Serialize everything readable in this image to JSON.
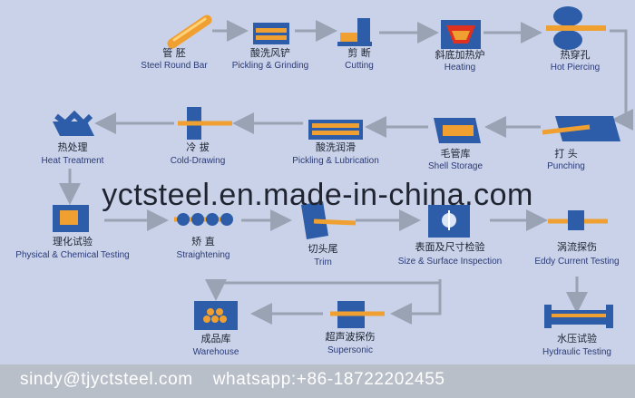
{
  "watermark": "yctsteel.en.made-in-china.com",
  "footer": {
    "email": "sindy@tjyctsteel.com",
    "whatsapp": "whatsapp:+86-18722202455"
  },
  "steps": [
    {
      "cn": "管 胚",
      "en": "Steel Round Bar"
    },
    {
      "cn": "酸洗风铲",
      "en": "Pickling & Grinding"
    },
    {
      "cn": "剪 断",
      "en": "Cutting"
    },
    {
      "cn": "斜底加热炉",
      "en": "Heating"
    },
    {
      "cn": "热穿孔",
      "en": "Hot Piercing"
    },
    {
      "cn": "打 头",
      "en": "Punching"
    },
    {
      "cn": "毛管库",
      "en": "Shell Storage"
    },
    {
      "cn": "酸洗润滑",
      "en": "Pickling & Lubrication"
    },
    {
      "cn": "冷 拔",
      "en": "Cold-Drawing"
    },
    {
      "cn": "热处理",
      "en": "Heat Treatment"
    },
    {
      "cn": "理化试验",
      "en": "Physical & Chemical Testing"
    },
    {
      "cn": "矫 直",
      "en": "Straightening"
    },
    {
      "cn": "切头尾",
      "en": "Trim"
    },
    {
      "cn": "表面及尺寸检验",
      "en": "Size & Surface Inspection"
    },
    {
      "cn": "涡流探伤",
      "en": "Eddy Current Testing"
    },
    {
      "cn": "水压试验",
      "en": "Hydraulic Testing"
    },
    {
      "cn": "超声波探伤",
      "en": "Supersonic"
    },
    {
      "cn": "成品库",
      "en": "Warehouse"
    }
  ],
  "colors": {
    "background": "#c9d2e8",
    "arrow": "#9aa3b4",
    "machine": "#2d5da8",
    "bar": "#f0a030",
    "footer": "#b9bfc9"
  }
}
